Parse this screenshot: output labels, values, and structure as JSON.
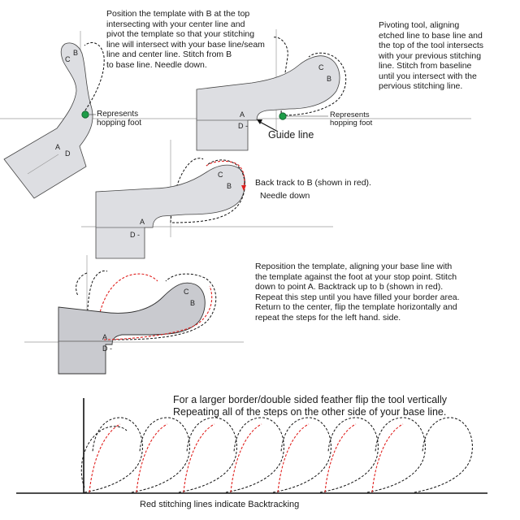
{
  "instructions": {
    "step1": [
      "Position the template with B at the top",
      "intersecting with your center line and",
      "pivot the template so that your stitching",
      "line will intersect with your base line/seam",
      "line and center line.  Stitch from B",
      "to base line. Needle down."
    ],
    "step2": [
      "Pivoting tool, aligning",
      "etched line to base line and",
      "the top of the tool intersects",
      "with your previous stitching",
      "line. Stitch from baseline",
      "until you intersect with the",
      "pervious stitching line."
    ],
    "step3": [
      "Back track to B (shown in red).",
      "Needle down"
    ],
    "step4": [
      "Reposition the template, aligning your base line with",
      "the template against the foot at your stop point. Stitch",
      "down to point A. Backtrack up to b (shown in red).",
      "Repeat this step until you have filled your border area.",
      "Return to the center, flip the template horizontally and",
      "repeat the steps for the left hand. side."
    ],
    "step5": [
      "For a larger border/double sided feather flip the tool vertically",
      "Repeating all of the steps on the other side of your base line."
    ]
  },
  "callouts": {
    "hopping_foot_1": [
      "Represents",
      "hopping foot"
    ],
    "hopping_foot_2": [
      "Represents",
      "hopping foot"
    ],
    "guide_line": "Guide line"
  },
  "point_labels": {
    "a": "A",
    "b": "B",
    "c": "C",
    "d": "D",
    "d_dash": "D -"
  },
  "footer": "Red stitching lines indicate Backtracking",
  "colors": {
    "template_fill": "#dddee2",
    "template_fill_dark": "#c9cacf",
    "backtrack_red": "#e0201e",
    "stitch_black": "#111111",
    "hopping_foot_green": "#1e9c48"
  }
}
